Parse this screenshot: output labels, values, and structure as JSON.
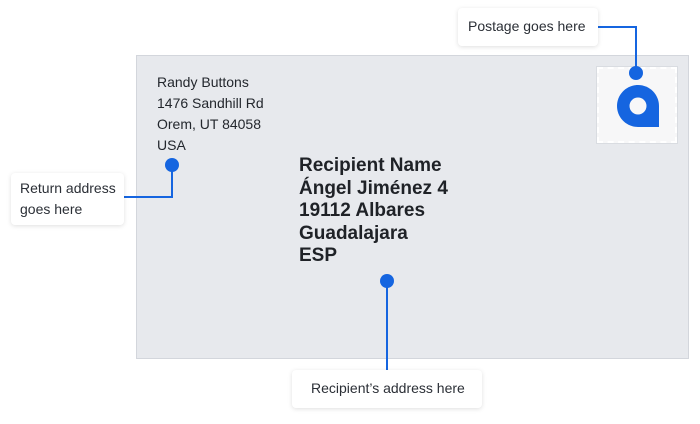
{
  "envelope": {
    "return_address": {
      "line1": "Randy Buttons",
      "line2": "1476 Sandhill Rd",
      "line3": "Orem, UT 84058",
      "line4": "USA"
    },
    "recipient": {
      "line1": "Recipient Name",
      "line2": "Ángel Jiménez 4",
      "line3": "19112 Albares",
      "line4": "Guadalajara",
      "line5": "ESP"
    },
    "stamp": {
      "icon": "brand-logo-icon"
    }
  },
  "callouts": {
    "postage": "Postage goes here",
    "return_line1": "Return address",
    "return_line2": "goes here",
    "recipient": "Recipient’s address here"
  },
  "colors": {
    "accent": "#1565e0",
    "envelope": "#e7e9ed",
    "text": "#1f2227"
  }
}
